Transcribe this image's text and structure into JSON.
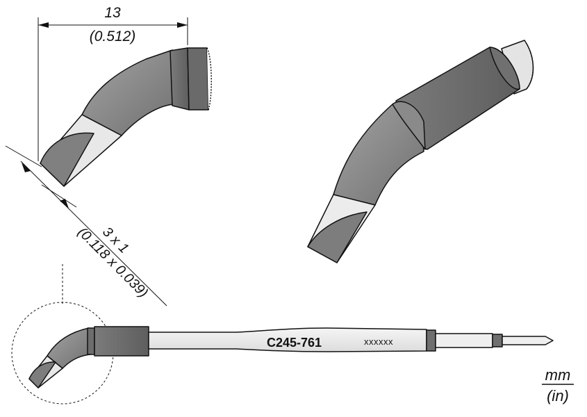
{
  "dimensions": {
    "length_mm": "13",
    "length_in": "(0.512)",
    "tip_mm": "3 x 1",
    "tip_in": "(0.118 x 0.039)"
  },
  "product": {
    "model": "C245-761",
    "serial": "xxxxxx"
  },
  "units": {
    "top": "mm",
    "bottom": "(in)"
  },
  "colors": {
    "body_gray": "#8a8a8a",
    "ring_gray": "#6f6f6f",
    "tip_silver": "#e6e6e6",
    "outline": "#111111"
  }
}
